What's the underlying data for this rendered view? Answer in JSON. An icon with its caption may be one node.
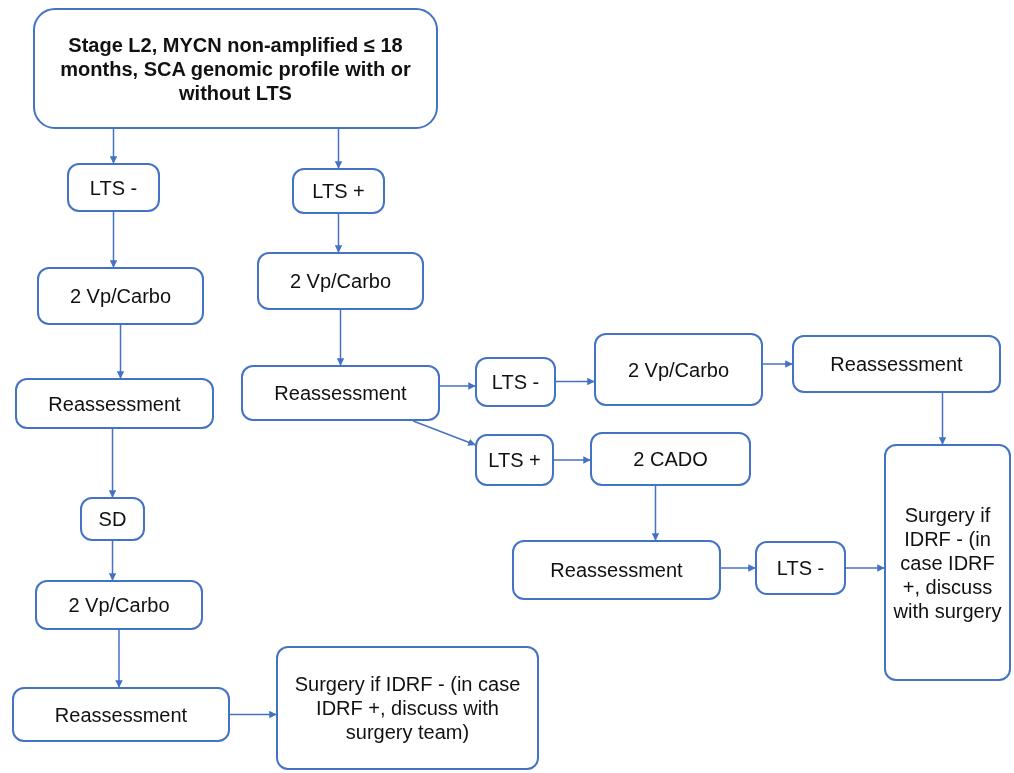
{
  "diagram": {
    "nodes": [
      {
        "text": [
          "Stage L2, MYCN non-amplified ≤ 18 months, SCA genomic profile with or without LTS"
        ]
      },
      {
        "text": [
          "LTS -"
        ]
      },
      {
        "text": [
          "LTS +"
        ]
      },
      {
        "text": [
          "2 Vp/Carbo"
        ]
      },
      {
        "text": [
          "2 Vp/Carbo"
        ]
      },
      {
        "text": [
          "Reassessment"
        ]
      },
      {
        "text": [
          "Reassessment"
        ]
      },
      {
        "text": [
          "LTS -"
        ]
      },
      {
        "text": [
          "2 Vp/Carbo"
        ]
      },
      {
        "text": [
          "Reassessment"
        ]
      },
      {
        "text": [
          "LTS +"
        ]
      },
      {
        "text": [
          "2 CADO"
        ]
      },
      {
        "text": [
          "SD"
        ]
      },
      {
        "text": [
          "Surgery if IDRF - (in case IDRF +, discuss with surgery"
        ]
      },
      {
        "text": [
          "Reassessment"
        ]
      },
      {
        "text": [
          "LTS -"
        ]
      },
      {
        "text": [
          "2 Vp/Carbo"
        ]
      },
      {
        "text": [
          "Reassessment"
        ]
      },
      {
        "text": [
          "Surgery if IDRF - (in case IDRF +, discuss with surgery team)"
        ]
      }
    ],
    "edges": [
      {
        "from": 0,
        "to": 1,
        "arrow": "to"
      },
      {
        "from": 0,
        "to": 2,
        "arrow": "to"
      },
      {
        "from": 1,
        "to": 3,
        "arrow": "to"
      },
      {
        "from": 2,
        "to": 4,
        "arrow": "to"
      },
      {
        "from": 3,
        "to": 5,
        "arrow": "to"
      },
      {
        "from": 4,
        "to": 6,
        "arrow": "to"
      },
      {
        "from": 6,
        "to": 7,
        "arrow": "to"
      },
      {
        "from": 6,
        "to": 10,
        "arrow": "to"
      },
      {
        "from": 7,
        "to": 8,
        "arrow": "to"
      },
      {
        "from": 8,
        "to": 9,
        "arrow": "to"
      },
      {
        "from": 9,
        "to": 13,
        "arrow": "to"
      },
      {
        "from": 10,
        "to": 11,
        "arrow": "to"
      },
      {
        "from": 11,
        "to": 14,
        "arrow": "to"
      },
      {
        "from": 14,
        "to": 15,
        "arrow": "to"
      },
      {
        "from": 15,
        "to": 13,
        "arrow": "to"
      },
      {
        "from": 5,
        "to": 12,
        "arrow": "to"
      },
      {
        "from": 12,
        "to": 16,
        "arrow": "to"
      },
      {
        "from": 16,
        "to": 17,
        "arrow": "to"
      },
      {
        "from": 17,
        "to": 18,
        "arrow": "to"
      }
    ]
  }
}
